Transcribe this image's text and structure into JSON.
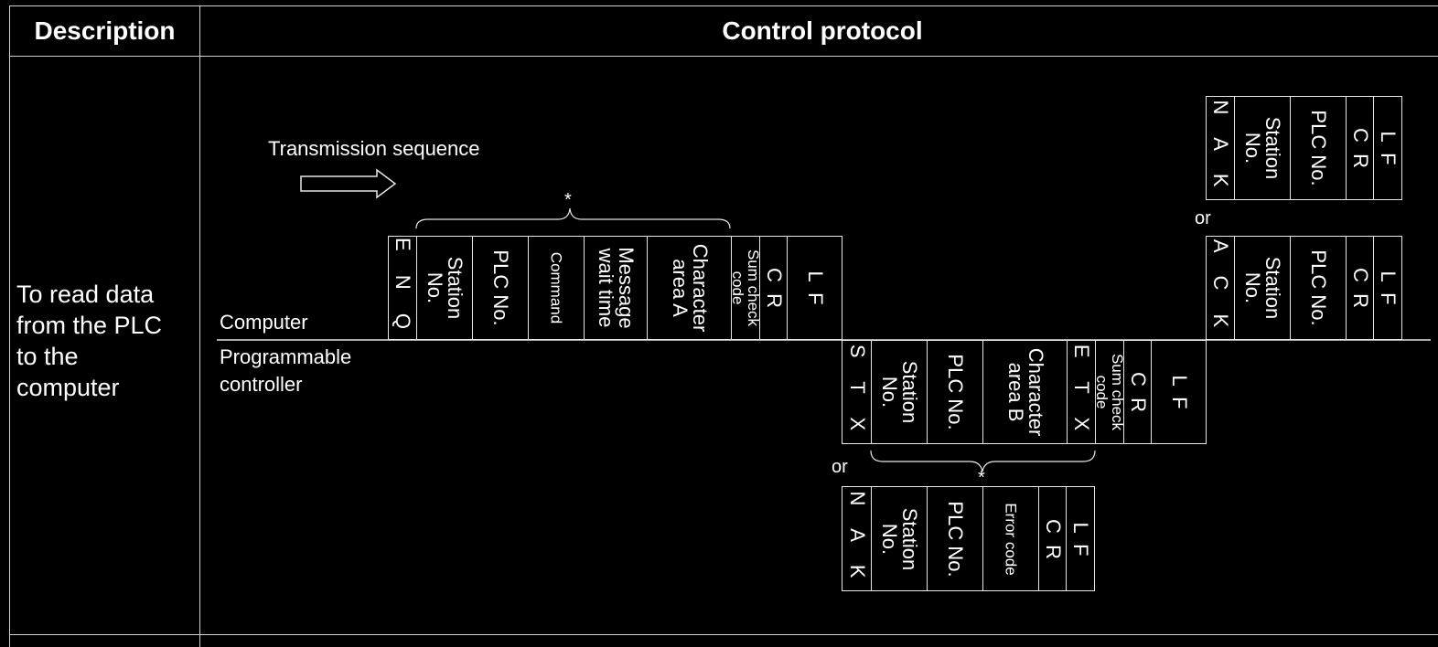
{
  "headers": {
    "description": "Description",
    "protocol": "Control protocol"
  },
  "row": {
    "description": "To read data\nfrom the PLC\nto the\ncomputer",
    "computer_label": "Computer",
    "plc_label": "Programmable\ncontroller",
    "sequence_label": "Transmission sequence",
    "asterisk": "*",
    "or": "or"
  },
  "computer_frame": [
    "E N Q",
    "Station\nNo.",
    "PLC No.",
    "Command",
    "Message\nwait time",
    "Character\narea A",
    "Sum check\ncode",
    "C  R",
    "L  F"
  ],
  "plc_response": [
    "S T X",
    "Station\nNo.",
    "PLC No.",
    "Character\narea B",
    "E T X",
    "Sum check\ncode",
    "C  R",
    "L  F"
  ],
  "plc_error": [
    "N A K",
    "Station\nNo.",
    "PLC No.",
    "Error code",
    "C  R",
    "L  F"
  ],
  "computer_ack": [
    "A C K",
    "Station\nNo.",
    "PLC No.",
    "C  R",
    "L  F"
  ],
  "computer_nak": [
    "N A K",
    "Station\nNo.",
    "PLC No.",
    "C  R",
    "L  F"
  ]
}
